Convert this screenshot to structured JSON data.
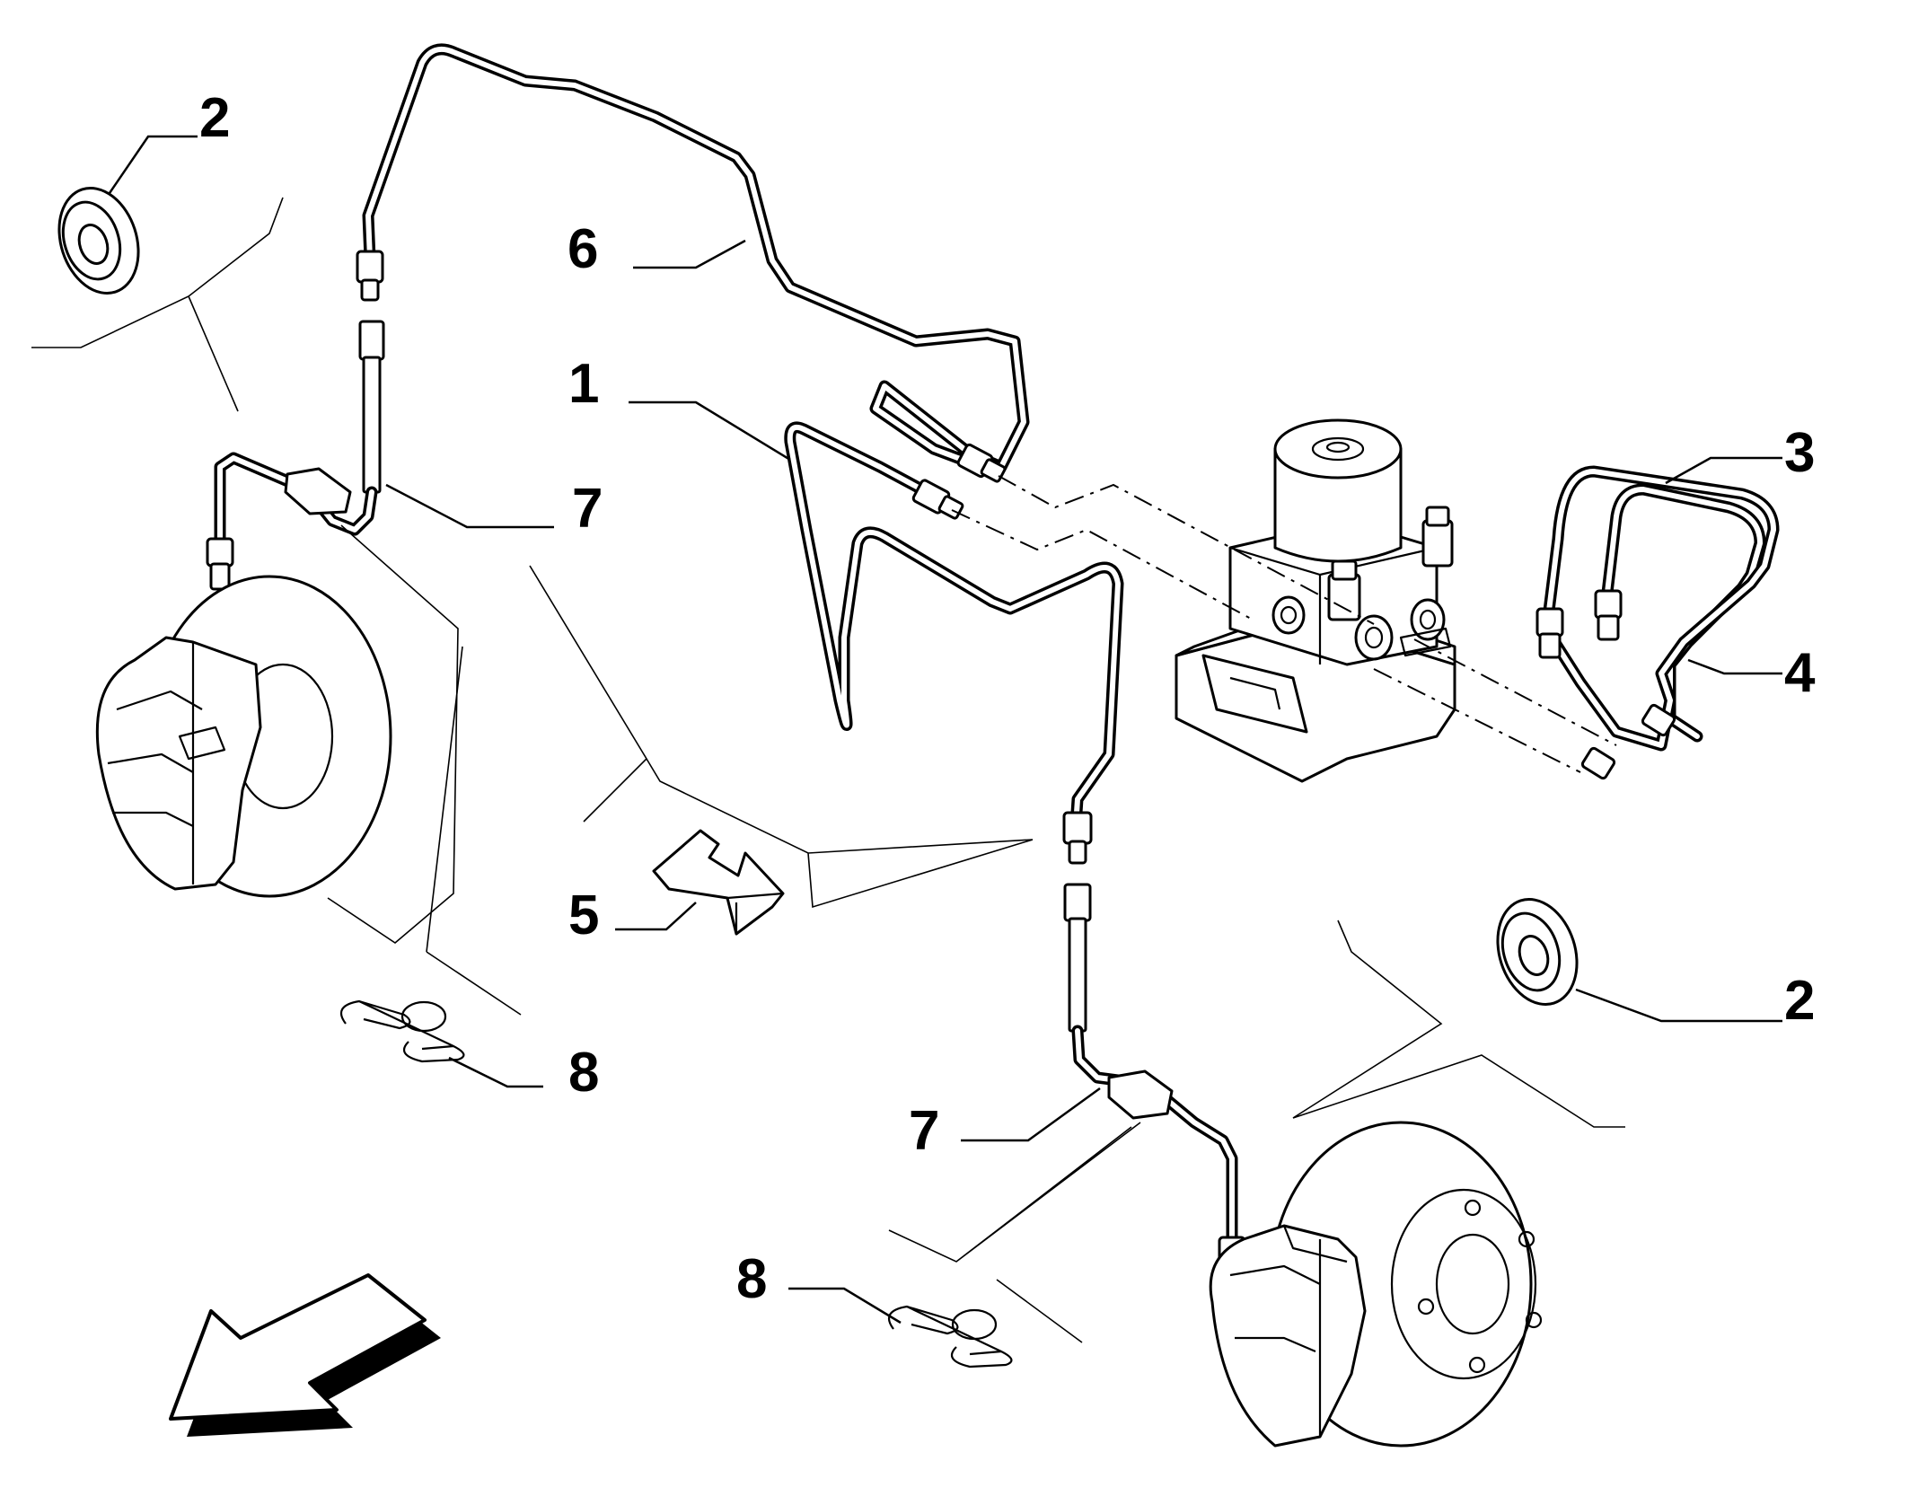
{
  "diagram": {
    "callouts": [
      {
        "id": "c2a",
        "label": "2"
      },
      {
        "id": "c6",
        "label": "6"
      },
      {
        "id": "c1",
        "label": "1"
      },
      {
        "id": "c7a",
        "label": "7"
      },
      {
        "id": "c3",
        "label": "3"
      },
      {
        "id": "c4",
        "label": "4"
      },
      {
        "id": "c5",
        "label": "5"
      },
      {
        "id": "c2b",
        "label": "2"
      },
      {
        "id": "c8a",
        "label": "8"
      },
      {
        "id": "c7b",
        "label": "7"
      },
      {
        "id": "c8b",
        "label": "8"
      }
    ],
    "parts": [
      {
        "number": "1",
        "icon": "brake-pipe-icon"
      },
      {
        "number": "2",
        "icon": "grommet-icon"
      },
      {
        "number": "3",
        "icon": "brake-pipe-icon"
      },
      {
        "number": "4",
        "icon": "brake-pipe-icon"
      },
      {
        "number": "5",
        "icon": "bracket-icon"
      },
      {
        "number": "6",
        "icon": "brake-pipe-icon"
      },
      {
        "number": "7",
        "icon": "flexible-hose-icon"
      },
      {
        "number": "8",
        "icon": "retaining-clip-icon"
      }
    ],
    "colors": {
      "line": "#000000",
      "background": "#ffffff"
    }
  }
}
